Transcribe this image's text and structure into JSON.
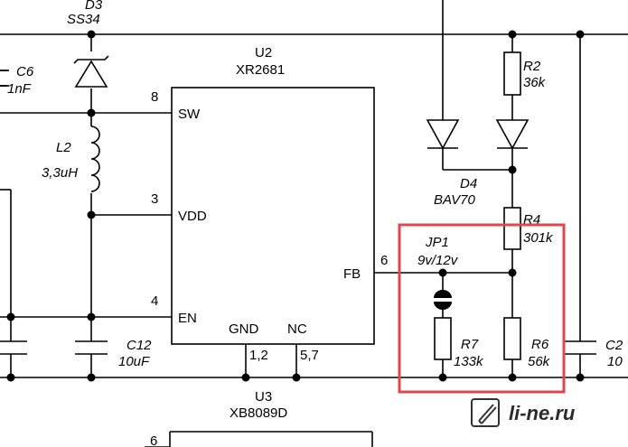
{
  "components": {
    "d3": {
      "ref": "D3",
      "value": "SS34"
    },
    "c6": {
      "ref": "C6",
      "value": "1nF"
    },
    "u2": {
      "ref": "U2",
      "value": "XR2681"
    },
    "l2": {
      "ref": "L2",
      "value": "3,3uH"
    },
    "r2": {
      "ref": "R2",
      "value": "36k"
    },
    "d4": {
      "ref": "D4",
      "value": "BAV70"
    },
    "r4": {
      "ref": "R4",
      "value": "301k"
    },
    "jp1": {
      "ref": "JP1",
      "value": "9v/12v"
    },
    "r7": {
      "ref": "R7",
      "value": "133k"
    },
    "r6": {
      "ref": "R6",
      "value": "56k"
    },
    "c12": {
      "ref": "C12",
      "value": "10uF"
    },
    "c2": {
      "ref": "C2",
      "value": "10"
    },
    "u3": {
      "ref": "U3",
      "value": "XB8089D"
    }
  },
  "pins": {
    "sw": {
      "name": "SW",
      "num": "8"
    },
    "vdd": {
      "name": "VDD",
      "num": "3"
    },
    "en": {
      "name": "EN",
      "num": "4"
    },
    "fb": {
      "name": "FB",
      "num": "6"
    },
    "gnd": {
      "name": "GND",
      "num": "1,2"
    },
    "nc": {
      "name": "NC",
      "num": "5,7"
    },
    "u3_pin": {
      "num": "6"
    }
  },
  "watermark": "li-ne.ru",
  "colors": {
    "highlight": "#e0474c",
    "wire": "#000000"
  }
}
